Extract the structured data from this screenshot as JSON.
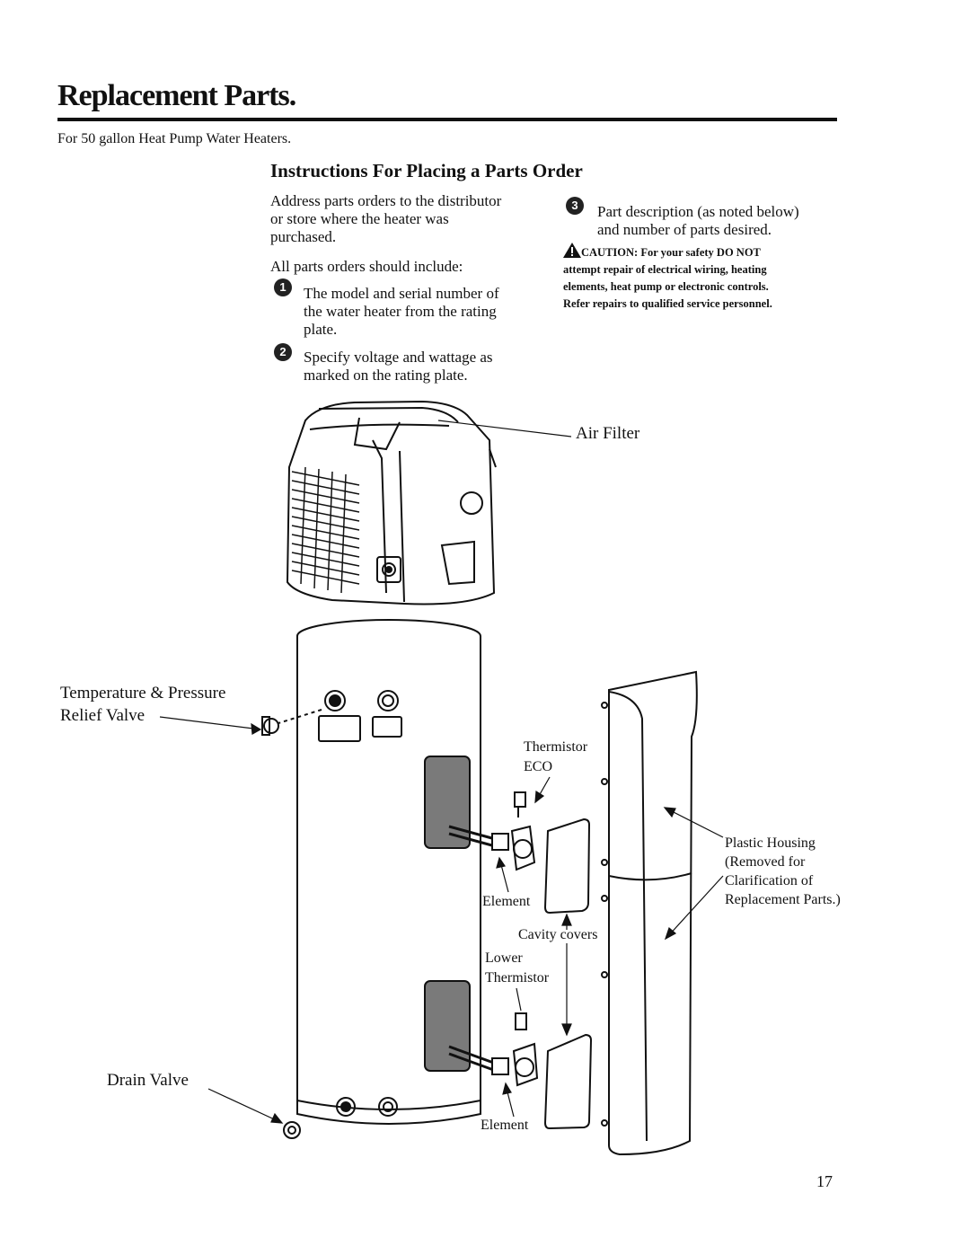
{
  "page": {
    "title": "Replacement Parts.",
    "subtitle": "For 50 gallon Heat Pump Water Heaters.",
    "page_number": "17"
  },
  "instructions": {
    "heading": "Instructions For Placing a Parts Order",
    "address_line1": "Address parts orders to the distributor",
    "address_line2": "or store where the heater was",
    "address_line3": "purchased.",
    "include_intro": "All parts orders should include:",
    "steps": [
      {
        "num": "1",
        "line1": "The model and serial number of",
        "line2": "the water heater from the rating",
        "line3": "plate."
      },
      {
        "num": "2",
        "line1": "Specify voltage and wattage as",
        "line2": "marked on the rating plate."
      },
      {
        "num": "3",
        "line1": "Part description (as noted below)",
        "line2": "and number of parts desired."
      }
    ],
    "caution_line1": "CAUTION: For your safety DO NOT",
    "caution_line2": "attempt repair of electrical wiring, heating",
    "caution_line3": "elements, heat pump or electronic controls.",
    "caution_line4": "Refer repairs to qualified service personnel."
  },
  "diagram": {
    "air_filter": "Air Filter",
    "tp_valve_line1": "Temperature & Pressure",
    "tp_valve_line2": "Relief Valve",
    "thermistor": "Thermistor",
    "eco": "ECO",
    "element_upper": "Element",
    "cavity_covers": "Cavity covers",
    "lower_thermistor_line1": "Lower",
    "lower_thermistor_line2": "Thermistor",
    "element_lower": "Element",
    "drain_valve": "Drain Valve",
    "housing_line1": "Plastic Housing",
    "housing_line2": "(Removed for",
    "housing_line3": "Clarification of",
    "housing_line4": "Replacement Parts.)"
  }
}
